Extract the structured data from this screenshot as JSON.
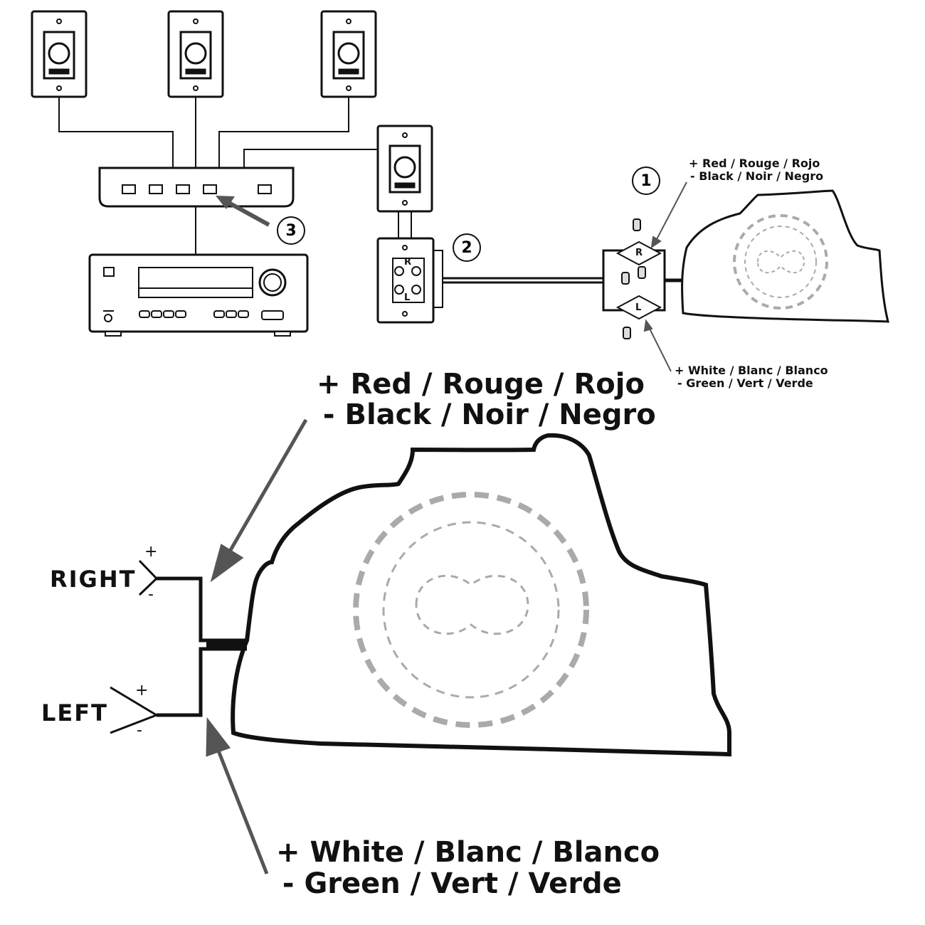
{
  "callouts": [
    "1",
    "2",
    "3"
  ],
  "small_labels": {
    "red_black": [
      "+ Red / Rouge / Rojo",
      "- Black / Noir / Negro"
    ],
    "white_green": [
      "+ White / Blanc / Blanco",
      "- Green / Vert / Verde"
    ],
    "jack_right": "R",
    "jack_left": "L"
  },
  "large_labels": {
    "red_black": [
      "+ Red / Rouge / Rojo",
      " - Black / Noir / Negro"
    ],
    "white_green": [
      "+ White / Blanc / Blanco",
      " - Green / Vert / Verde"
    ],
    "right": "RIGHT",
    "left": "LEFT",
    "plus": "+",
    "minus": "-"
  },
  "colors": {
    "line": "#111111",
    "arrow": "#555555",
    "dashed": "#aaaaaa"
  }
}
